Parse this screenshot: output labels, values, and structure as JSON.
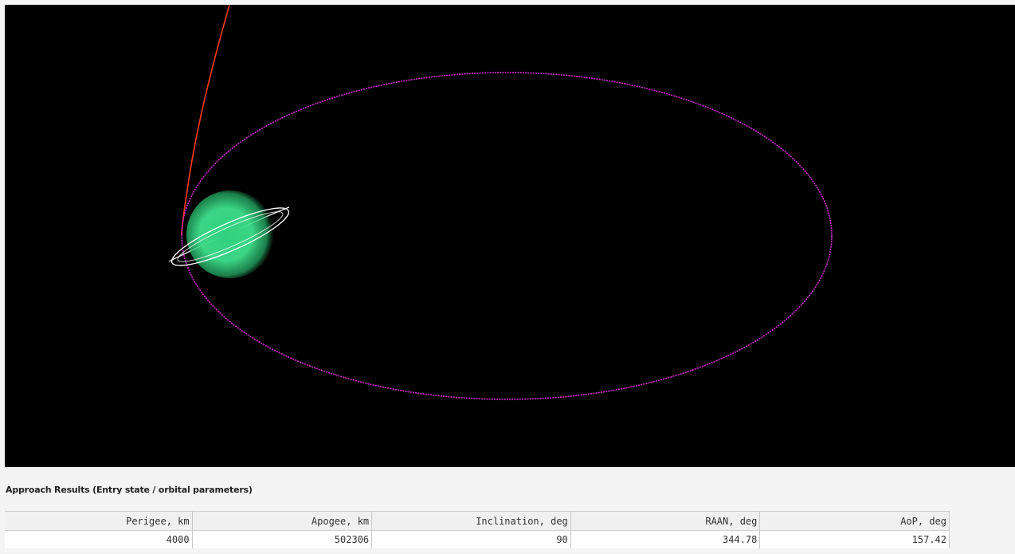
{
  "scene": {
    "planet_color": "#2fd07e",
    "orbit_color": "#d62ad6",
    "trajectory_color": "#ff3a1a",
    "ring_color": "#ffffff",
    "background_color": "#000000"
  },
  "results": {
    "title": "Approach Results (Entry state / orbital parameters)",
    "columns": [
      "Perigee, km",
      "Apogee, km",
      "Inclination, deg",
      "RAAN, deg",
      "AoP, deg"
    ],
    "row": [
      "4000",
      "502306",
      "90",
      "344.78",
      "157.42"
    ]
  }
}
